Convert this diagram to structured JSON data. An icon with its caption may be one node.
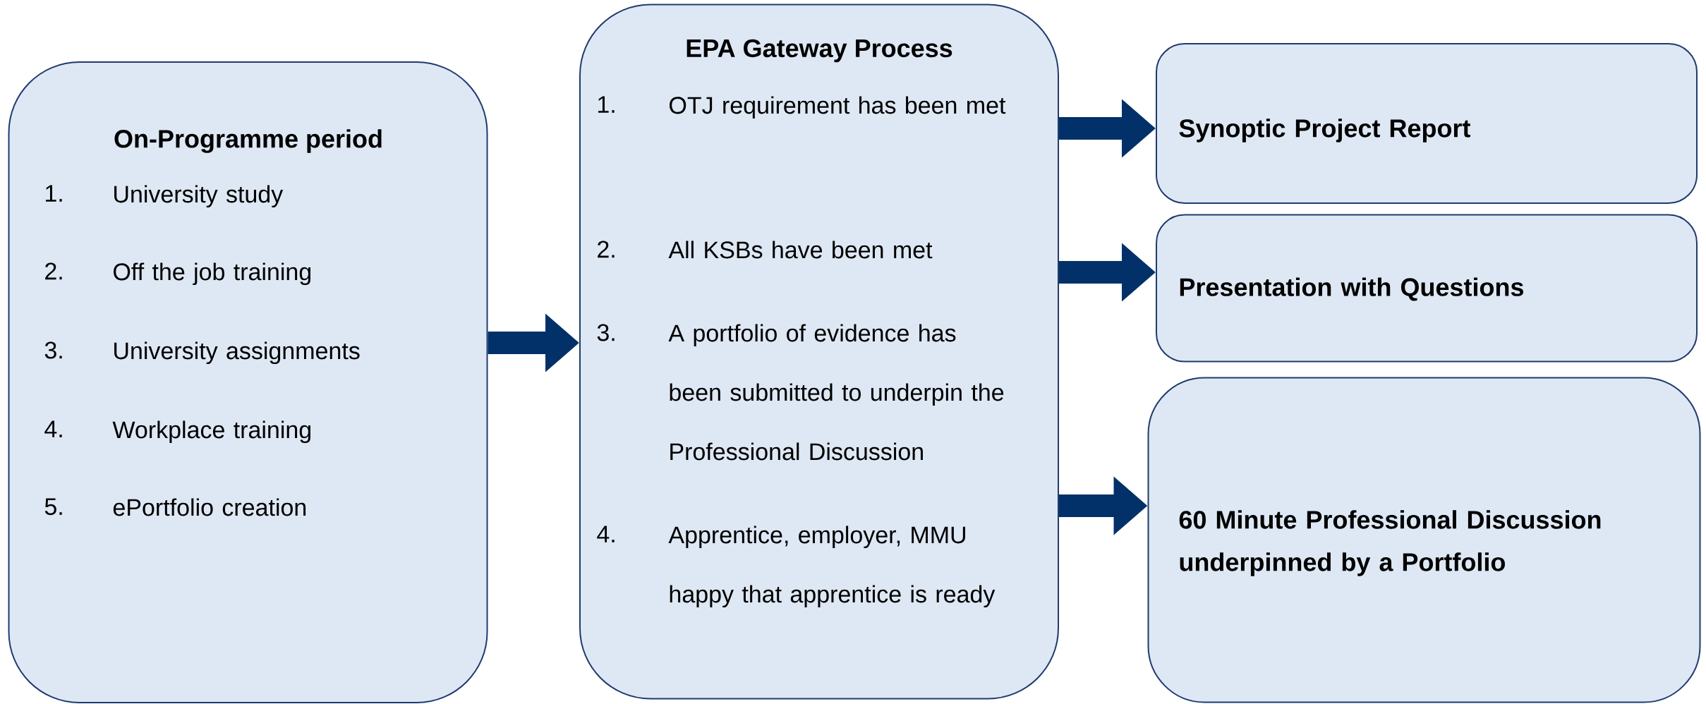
{
  "diagram": {
    "nodes": [
      {
        "text": [
          "On-Programme period",
          "1.",
          "University study",
          "2.",
          "Off the job training",
          "3.",
          "University assignments",
          "4.",
          "Workplace training",
          "5.",
          "ePortfolio creation"
        ]
      },
      {
        "text": [
          "EPA Gateway Process",
          "1.",
          "OTJ requirement has been met",
          "2.",
          "All KSBs have been met",
          "3.",
          "A portfolio of evidence has been submitted to underpin the Professional Discussion",
          "4.",
          "Apprentice, employer, MMU happy that apprentice is ready"
        ]
      },
      {
        "text": [
          "Synoptic Project Report"
        ]
      },
      {
        "text": [
          "Presentation with Questions"
        ]
      },
      {
        "text": [
          "60 Minute Professional Discussion underpinned by a Portfolio"
        ]
      }
    ],
    "edges": [
      {
        "from": 0,
        "to": 1,
        "arrow": "to"
      },
      {
        "from": 1,
        "to": 2,
        "arrow": "to"
      },
      {
        "from": 1,
        "to": 3,
        "arrow": "to"
      },
      {
        "from": 1,
        "to": 4,
        "arrow": "to"
      }
    ]
  }
}
